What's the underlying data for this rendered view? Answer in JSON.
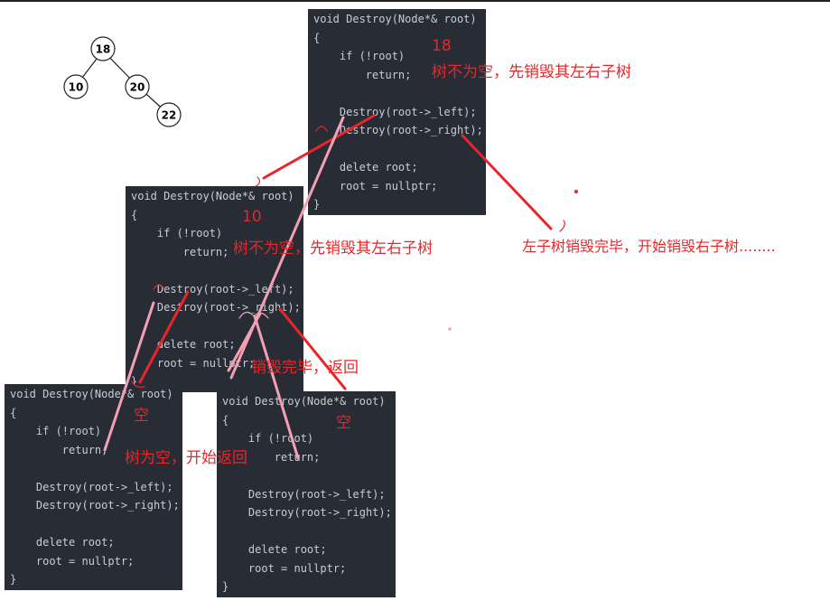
{
  "tree": {
    "nodes": [
      {
        "id": "root",
        "label": "18"
      },
      {
        "id": "left",
        "label": "10"
      },
      {
        "id": "right",
        "label": "20"
      },
      {
        "id": "right-right",
        "label": "22"
      }
    ]
  },
  "code_lines": [
    "void Destroy(Node*& root)",
    "{",
    "    if (!root)",
    "        return;",
    "",
    "    Destroy(root->_left);",
    "    Destroy(root->_right);",
    "",
    "    delete root;",
    "    root = nullptr;",
    "}"
  ],
  "annotations": {
    "val_18": "18",
    "not_empty_1": "树不为空，先销毁其左右子树",
    "left_done": "左子树销毁完毕，开始销毁右子树........",
    "val_10": "10",
    "not_empty_2": "树不为空，先销毁其左右子树",
    "destroyed_return": "销毁完毕，返回",
    "empty_1": "空",
    "empty_return": "树为空，开始返回",
    "empty_2": "空"
  },
  "colors": {
    "code_bg": "#282c34",
    "code_text": "#c8ccd4",
    "red": "#e8262a",
    "pink": "#f4a0b4"
  }
}
